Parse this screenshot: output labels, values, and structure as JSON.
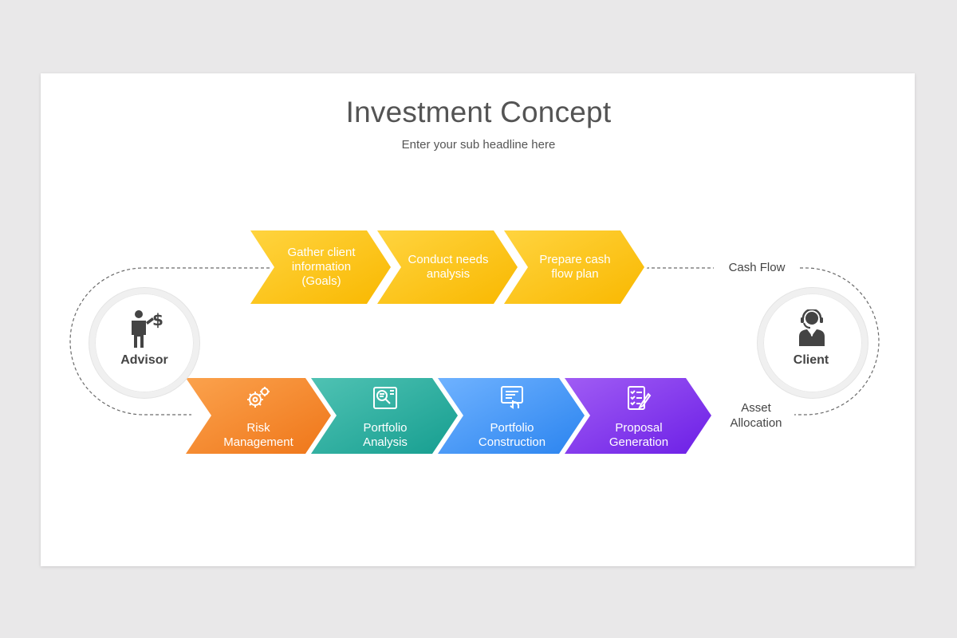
{
  "header": {
    "title": "Investment Concept",
    "subtitle": "Enter your sub headline here"
  },
  "nodes": {
    "advisor": {
      "label": "Advisor",
      "icon": "advisor-dollar-icon"
    },
    "client": {
      "label": "Client",
      "icon": "client-headset-icon"
    }
  },
  "flow_labels": {
    "cash_flow": "Cash Flow",
    "asset_allocation": "Asset\nAllocation"
  },
  "top_steps": [
    {
      "label": "Gather client\ninformation\n(Goals)",
      "color_start": "#ffd43f",
      "color_end": "#f9b800"
    },
    {
      "label": "Conduct needs\nanalysis",
      "color_start": "#ffd43f",
      "color_end": "#f9b800"
    },
    {
      "label": "Prepare cash\nflow plan",
      "color_start": "#ffd43f",
      "color_end": "#f9b800"
    }
  ],
  "bottom_steps": [
    {
      "label": "Risk\nManagement",
      "icon": "gears-icon",
      "color_start": "#fba24d",
      "color_end": "#ef7619"
    },
    {
      "label": "Portfolio\nAnalysis",
      "icon": "analysis-magnifier-icon",
      "color_start": "#4fc2b3",
      "color_end": "#169e90"
    },
    {
      "label": "Portfolio\nConstruction",
      "icon": "tablet-touch-icon",
      "color_start": "#6fb2ff",
      "color_end": "#2b84ef"
    },
    {
      "label": "Proposal\nGeneration",
      "icon": "checklist-pencil-icon",
      "color_start": "#a05cf4",
      "color_end": "#6c1fe6"
    }
  ]
}
